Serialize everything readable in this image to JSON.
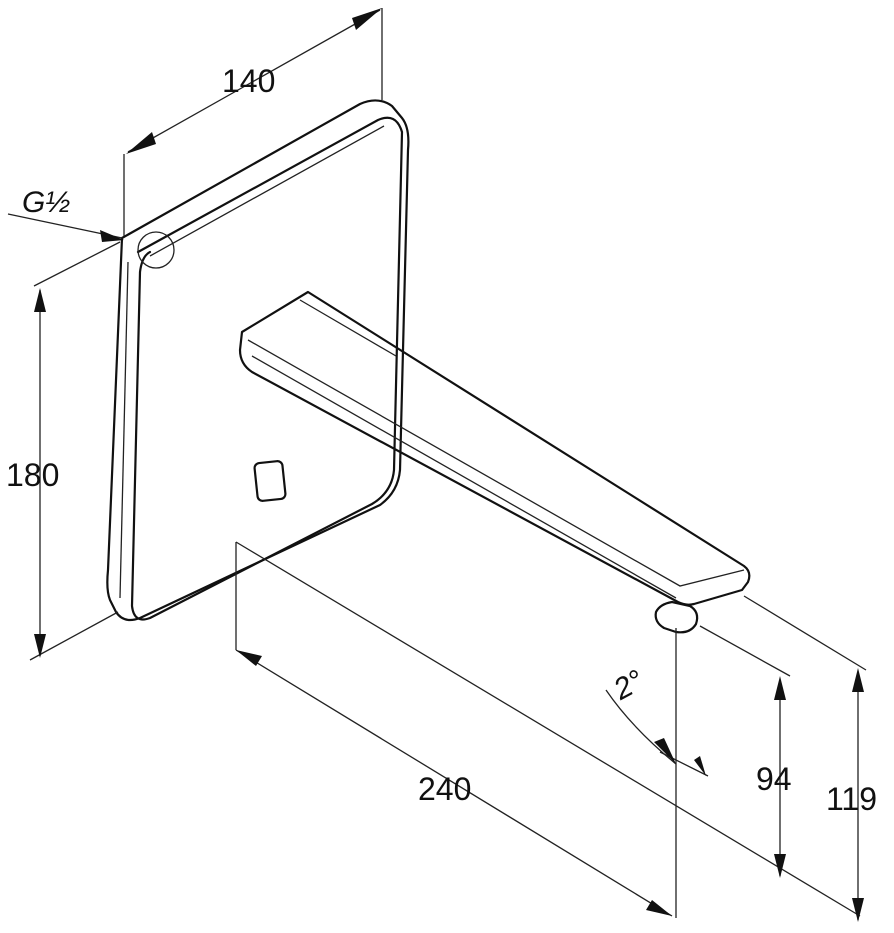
{
  "dimensions": {
    "width_top": "140",
    "height_plate": "180",
    "spout_length": "240",
    "spout_outlet_height": "94",
    "spout_top_height": "119",
    "angle": "2°",
    "thread": "G½"
  }
}
